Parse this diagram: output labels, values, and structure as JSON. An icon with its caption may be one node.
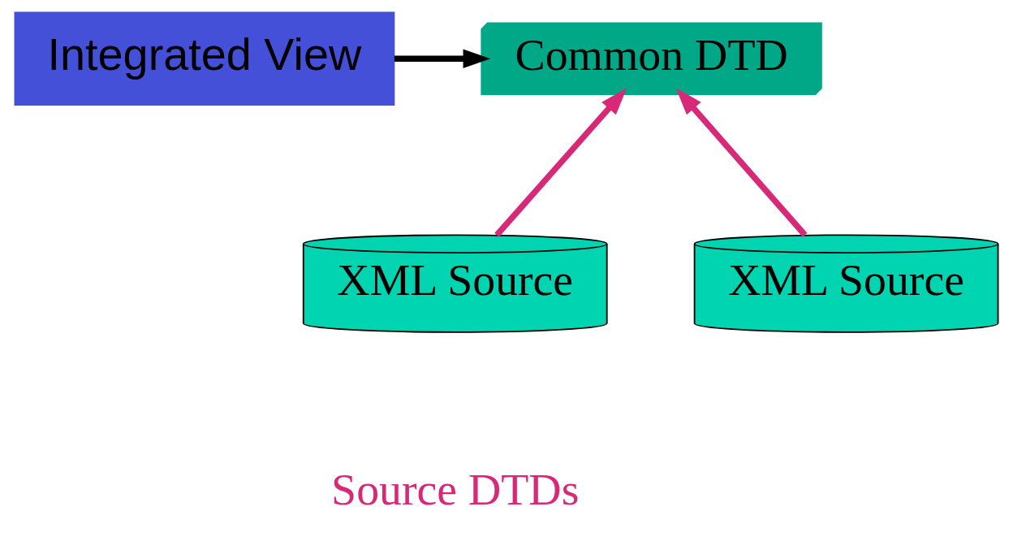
{
  "diagram": {
    "nodes": [
      {
        "text": [
          "Integrated View"
        ]
      },
      {
        "text": [
          "Common DTD"
        ]
      },
      {
        "text": [
          "XML Source"
        ]
      },
      {
        "text": [
          "XML Source"
        ]
      }
    ],
    "edges": [
      {
        "from": 0,
        "to": 1,
        "arrow": "to",
        "color": "#000000"
      },
      {
        "from": 2,
        "to": 1,
        "arrow": "to"
      },
      {
        "from": 3,
        "to": 1,
        "arrow": "to"
      }
    ],
    "labels": [
      "Source DTDs"
    ]
  }
}
